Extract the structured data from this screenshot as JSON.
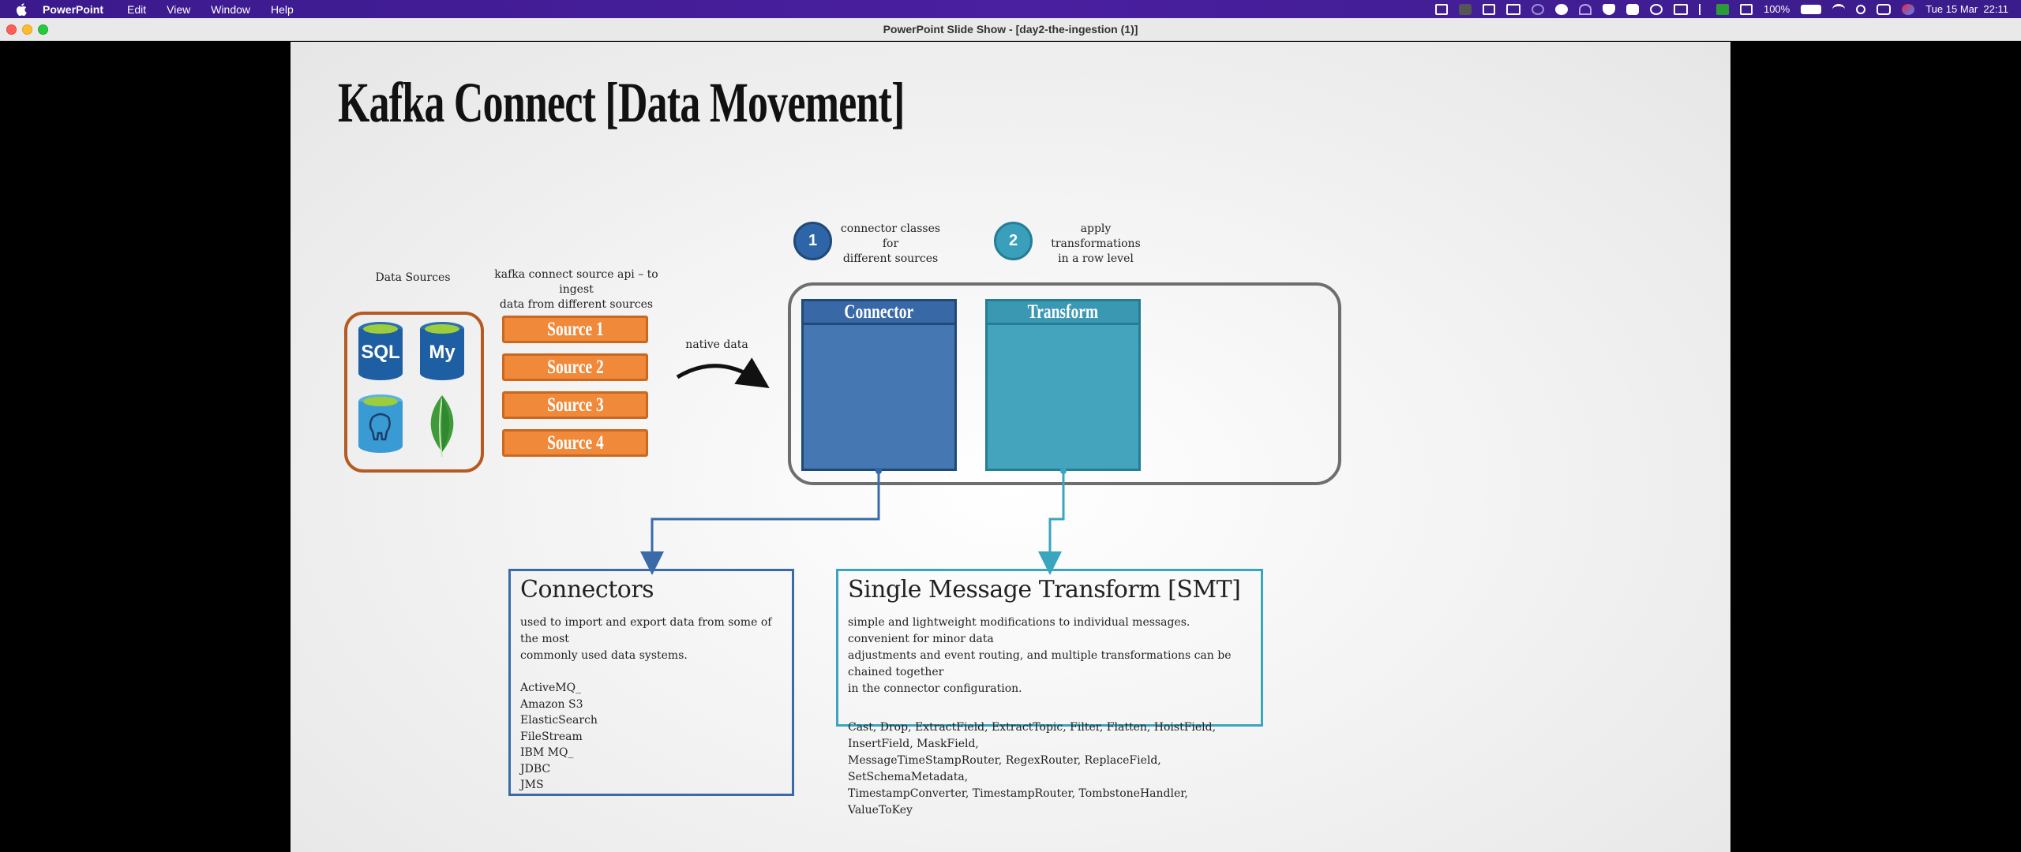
{
  "menubar": {
    "app_name": "PowerPoint",
    "items": [
      "Edit",
      "View",
      "Window",
      "Help"
    ],
    "battery": "100%",
    "datetime": "Tue 15 Mar  22:11"
  },
  "window": {
    "title": "PowerPoint Slide Show - [day2-the-ingestion (1)]"
  },
  "slide": {
    "title": "Kafka Connect [Data Movement]",
    "data_sources_label": "Data Sources",
    "db_icons": [
      "SQL",
      "My",
      "postgres-elephant",
      "mongodb-leaf"
    ],
    "api_label_line1": "kafka connect source api – to ingest",
    "api_label_line2": "data from different sources",
    "sources": [
      "Source 1",
      "Source 2",
      "Source 3",
      "Source 4"
    ],
    "native_data_label": "native data",
    "step1": {
      "number": "1",
      "line1": "connector classes for",
      "line2": "different sources"
    },
    "step2": {
      "number": "2",
      "line1": "apply transformations",
      "line2": "in a row level"
    },
    "connector_header": "Connector",
    "transform_header": "Transform",
    "connectors_box": {
      "title": "Connectors",
      "desc_line1": "used to import and export data from some of the most",
      "desc_line2": "commonly used data systems.",
      "items": [
        "ActiveMQ_",
        "Amazon S3",
        "ElasticSearch",
        "FileStream",
        "IBM MQ_",
        "JDBC",
        "JMS"
      ]
    },
    "smt_box": {
      "title": "Single Message Transform [SMT]",
      "desc_line1": "simple and lightweight modifications to individual messages. convenient for minor data",
      "desc_line2": "adjustments and event routing, and multiple transformations can be chained together",
      "desc_line3": "in the connector configuration.",
      "list_line1": "Cast, Drop, ExtractField, ExtractTopic, Filter, Flatten, HoistField, InsertField, MaskField,",
      "list_line2": "MessageTimeStampRouter, RegexRouter, ReplaceField, SetSchemaMetadata,",
      "list_line3": "TimestampConverter, TimestampRouter, TombstoneHandler, ValueToKey"
    }
  },
  "colors": {
    "menubar": "#4a1fa0",
    "source_orange": "#f08a3a",
    "db_box_border": "#b45a22",
    "connector_blue": "#4a7ab5",
    "transform_teal": "#44a3bd",
    "connectors_border": "#3a6ba8",
    "smt_border": "#3aa5bf"
  }
}
